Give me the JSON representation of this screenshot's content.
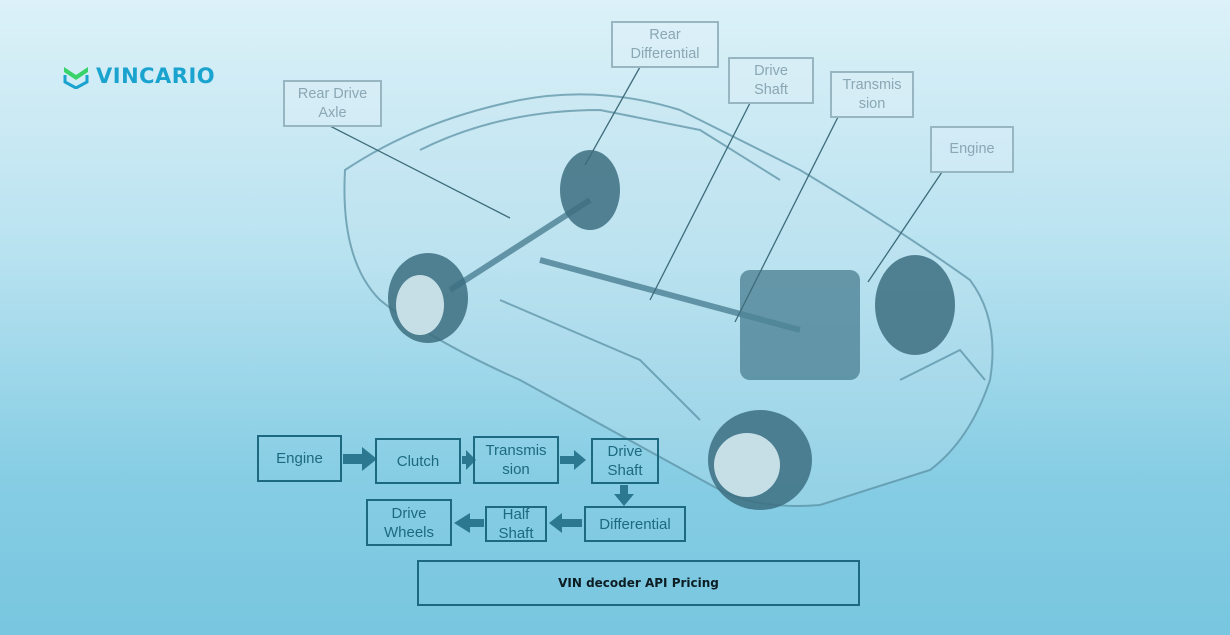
{
  "brand": {
    "name": "VINCARIO",
    "logo_icon": "shield-chevron-icon",
    "accent": "#1aa3cf",
    "accent_green": "#39d36a"
  },
  "component_labels": [
    {
      "id": "rear-drive-axle",
      "line1": "Rear Drive",
      "line2": "Axle"
    },
    {
      "id": "rear-differential",
      "line1": "Rear",
      "line2": "Differential"
    },
    {
      "id": "drive-shaft",
      "line1": "Drive",
      "line2": "Shaft"
    },
    {
      "id": "transmission",
      "line1": "Transmis",
      "line2": "sion"
    },
    {
      "id": "engine",
      "line1": "Engine",
      "line2": ""
    }
  ],
  "flow": [
    {
      "line1": "Engine",
      "line2": ""
    },
    {
      "line1": "Clutch",
      "line2": ""
    },
    {
      "line1": "Transmis",
      "line2": "sion"
    },
    {
      "line1": "Drive",
      "line2": "Shaft"
    },
    {
      "line1": "Differential",
      "line2": ""
    },
    {
      "line1": "Half",
      "line2": "Shaft"
    },
    {
      "line1": "Drive",
      "line2": "Wheels"
    }
  ],
  "pricing_button": "VIN decoder API Pricing",
  "colors": {
    "flow": "#1d6a80",
    "label_border": "#97b6c2"
  }
}
